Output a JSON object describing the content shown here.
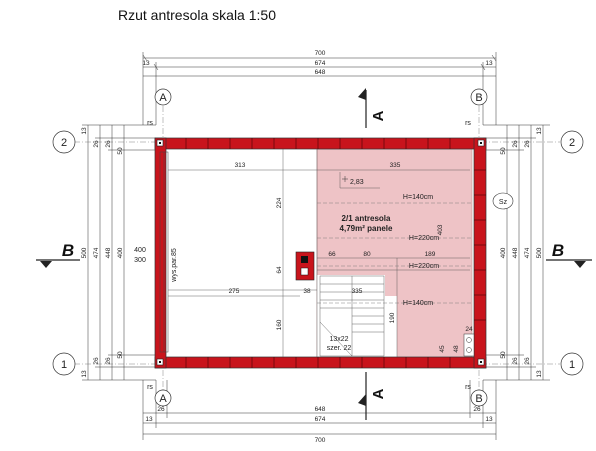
{
  "title": "Rzut antresola skala 1:50",
  "dims": {
    "top": [
      "700",
      "13",
      "674",
      "13",
      "648"
    ],
    "bottom": [
      "26",
      "648",
      "26",
      "13",
      "674",
      "13",
      "700"
    ],
    "left": [
      "13",
      "26",
      "26",
      "50",
      "500",
      "474",
      "448",
      "400",
      "26",
      "26",
      "50",
      "13"
    ],
    "right": [
      "13",
      "26",
      "26",
      "50",
      "448",
      "474",
      "500",
      "400",
      "26",
      "26",
      "50",
      "13"
    ],
    "inner": {
      "d313": "313",
      "d335": "335",
      "d283": "2,83",
      "d224": "224",
      "d400": "400",
      "d300": "300",
      "d64": "64",
      "d66": "66",
      "d80": "80",
      "d189": "189",
      "d403": "403",
      "d275": "275",
      "d38": "38",
      "d335b": "335",
      "d160": "160",
      "d190": "190",
      "d24": "24",
      "d45": "45",
      "d48": "48"
    }
  },
  "labels": {
    "h140a": "H=140cm",
    "h220a": "H=220cm",
    "h220b": "H=220cm",
    "h140b": "H=140cm",
    "room_num": "2/1  antresola",
    "room_area": "4,79m² panele",
    "sz": "Sz",
    "wys": "wys.par.85",
    "stair_count": "13x22",
    "stair_width": "szer. 22",
    "rs_tl": "rs",
    "rs_tr": "rs",
    "rs_bl": "rs",
    "rs_br": "rs"
  },
  "axes": {
    "a_top": "A",
    "b_top": "B",
    "a_bottom": "A",
    "b_bottom": "B",
    "n2_left": "2",
    "n2_right": "2",
    "n1_left": "1",
    "n1_right": "1"
  },
  "sections": {
    "b_left": "B",
    "b_right": "B",
    "a_top": "A",
    "a_bottom": "A"
  },
  "colors": {
    "wall": "#c8141c",
    "mezzanine": "#eec3c6",
    "line": "#333333"
  }
}
